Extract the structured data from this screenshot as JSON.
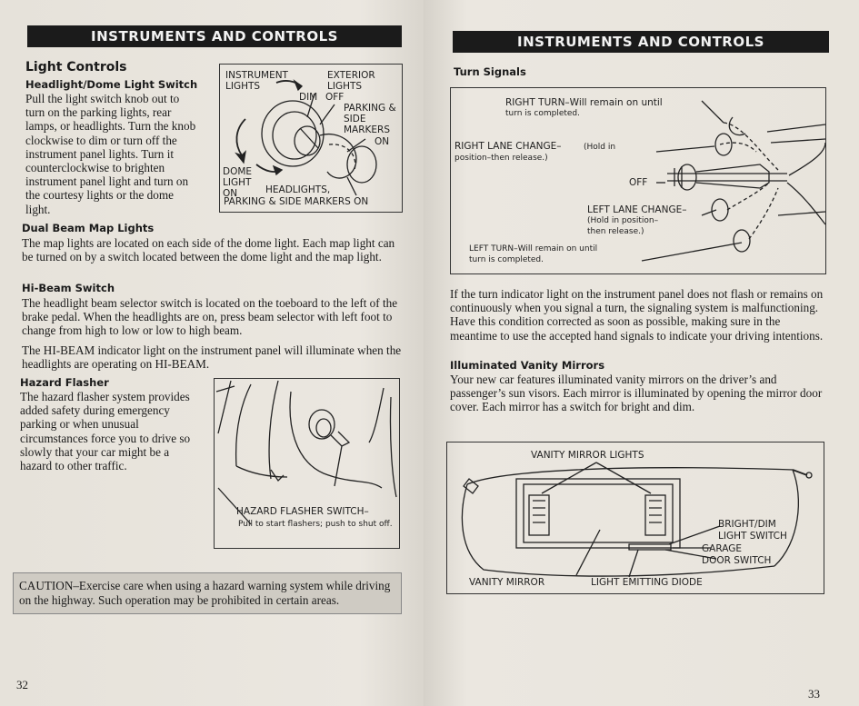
{
  "left": {
    "header": "INSTRUMENTS AND CONTROLS",
    "light_controls_title": "Light Controls",
    "headlight_title": "Headlight/Dome Light Switch",
    "headlight_text": "Pull the light switch knob out to turn on the parking lights, rear lamps, or headlights. Turn the knob clockwise to dim or turn off the instrument panel lights. Turn it counterclockwise to brighten instrument panel light and turn on the courtesy lights or the dome light.",
    "fig1": {
      "instrument_lights": "INSTRUMENT LIGHTS",
      "exterior_lights": "EXTERIOR LIGHTS",
      "dim": "DIM",
      "off": "OFF",
      "parking_side": "PARKING & SIDE MARKERS",
      "on": "ON",
      "dome_light_on": "DOME LIGHT ON",
      "headlights": "HEADLIGHTS,",
      "parking_side_on": "PARKING & SIDE MARKERS ON"
    },
    "map_title": "Dual Beam Map Lights",
    "map_text": "The map lights are located on each side of the dome light. Each map light can be turned on by a switch located between the dome light and the map light.",
    "hibeam_title": "Hi-Beam Switch",
    "hibeam_text1": "The headlight beam selector switch is located on the toeboard to the left of the brake pedal. When the headlights are on, press beam selector with left foot to change from high to low or low to high beam.",
    "hibeam_text2": "The HI-BEAM indicator light on the instrument panel will illuminate when the headlights are operating on HI-BEAM.",
    "hazard_title": "Hazard Flasher",
    "hazard_text": "The hazard flasher system provides added safety during emergency parking or when unusual circumstances force you to drive so slowly that your car might be a hazard to other traffic.",
    "fig2": {
      "switch_label": "HAZARD FLASHER SWITCH–",
      "switch_desc": "Pull to start flashers; push to shut off."
    },
    "caution": "CAUTION–Exercise care when using a hazard warning system while driving on the highway. Such operation may be prohibited in certain areas.",
    "page_number": "32"
  },
  "right": {
    "header": "INSTRUMENTS AND CONTROLS",
    "turn_title": "Turn Signals",
    "fig3": {
      "right_turn": "RIGHT TURN–Will remain on until",
      "right_turn2": "turn is completed.",
      "right_lane": "RIGHT LANE CHANGE–",
      "right_lane2": "(Hold in",
      "right_lane3": "position–then release.)",
      "off": "OFF",
      "left_lane": "LEFT LANE CHANGE–",
      "left_lane2": "(Hold in position–",
      "left_lane3": "then release.)",
      "left_turn": "LEFT TURN–Will remain on until",
      "left_turn2": "turn is completed."
    },
    "turn_text": "If the turn indicator light on the instrument panel does not flash or remains on continuously when you signal a turn, the signaling system is malfunctioning. Have this condition corrected as soon as possible, making sure in the meantime to use the accepted hand signals to indicate your driving intentions.",
    "mirror_title": "Illuminated Vanity Mirrors",
    "mirror_text": "Your new car features illuminated vanity mirrors on the driver’s and passenger’s sun visors. Each mirror is illuminated by opening the mirror door cover. Each mirror has a switch for bright and dim.",
    "fig4": {
      "vanity_lights": "VANITY MIRROR LIGHTS",
      "bright_dim": "BRIGHT/DIM",
      "light_switch": "LIGHT SWITCH",
      "garage": "GARAGE",
      "door_switch": "DOOR SWITCH",
      "vanity_mirror": "VANITY MIRROR",
      "led": "LIGHT EMITTING DIODE"
    },
    "page_number": "33"
  }
}
